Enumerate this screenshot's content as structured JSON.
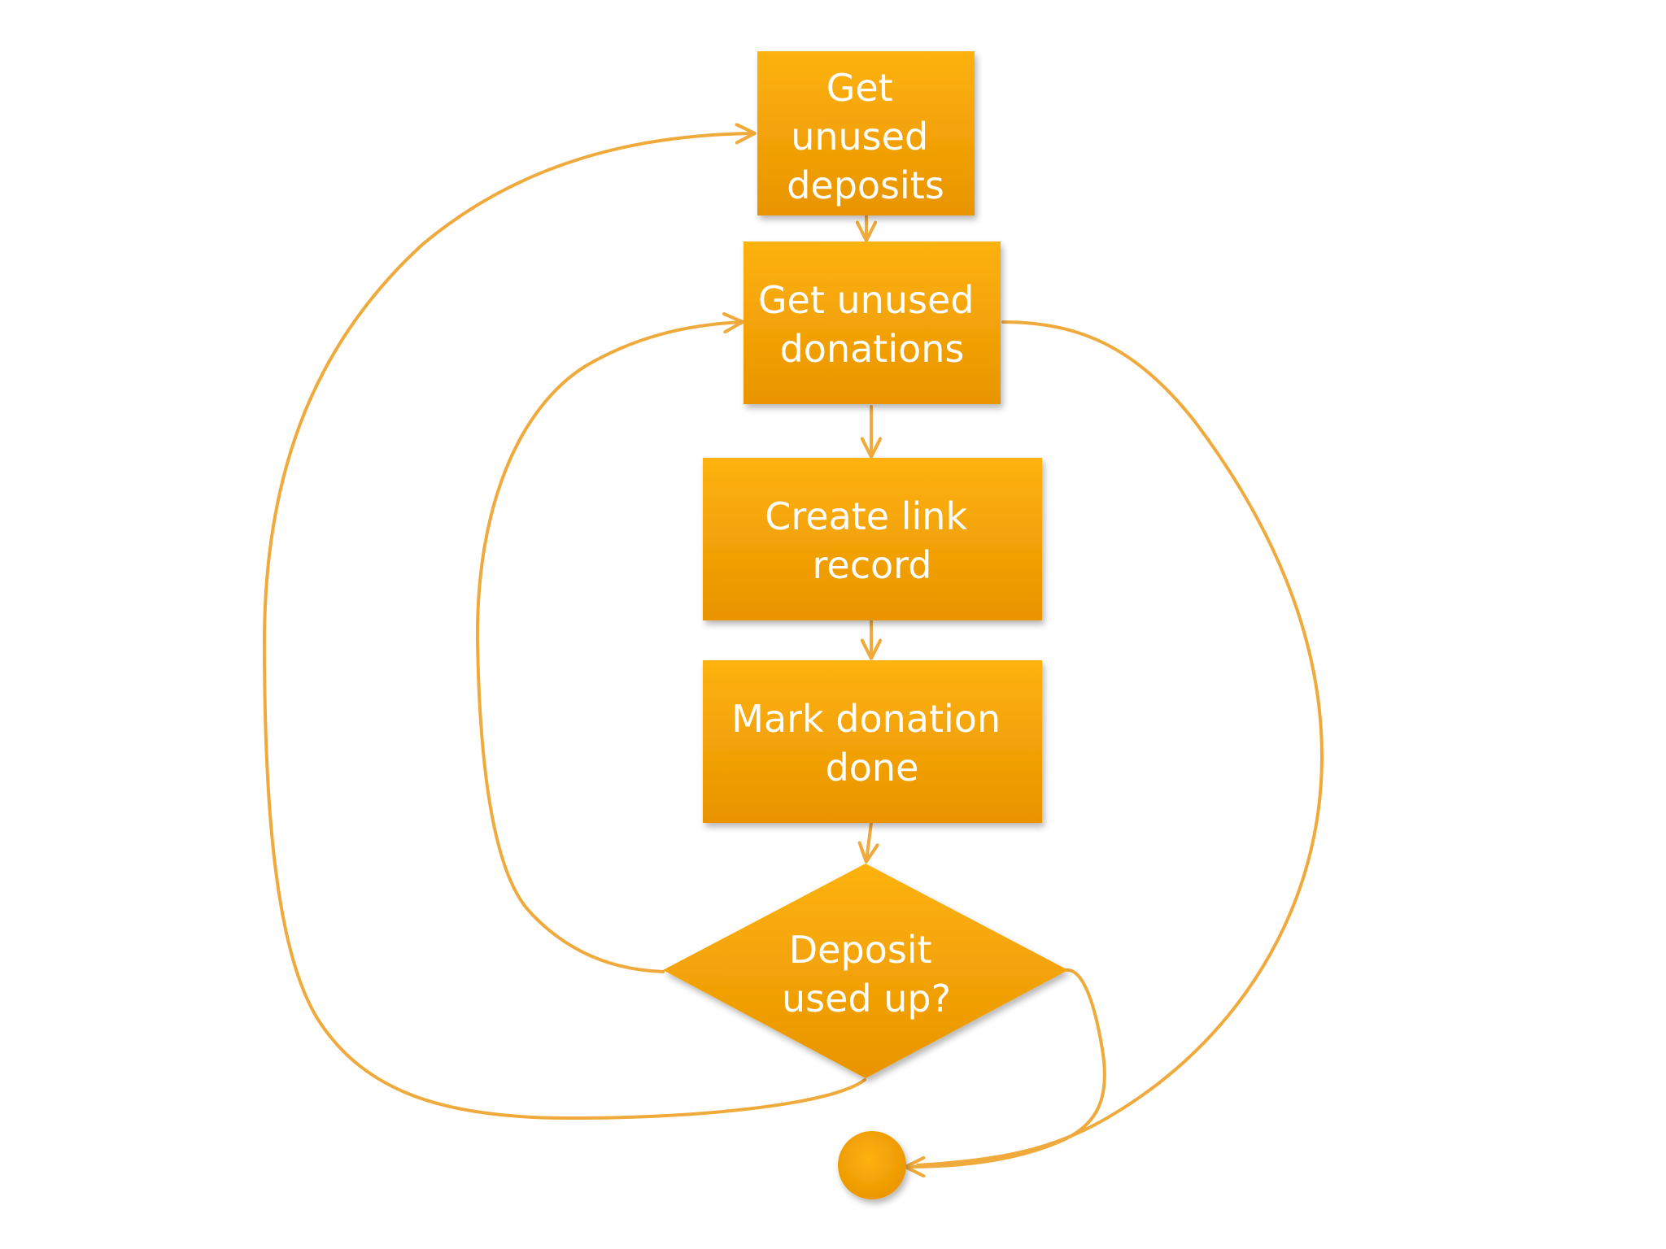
{
  "colors": {
    "node_fill_top": "#fdb20c",
    "node_fill_bottom": "#e99402",
    "connector": "#f0aa3c",
    "label_text": "#ffffff",
    "background": "#ffffff"
  },
  "nodes": [
    {
      "id": "get-unused-deposits",
      "shape": "rectangle",
      "lines": [
        "Get",
        "unused",
        "deposits"
      ]
    },
    {
      "id": "get-unused-donations",
      "shape": "rectangle",
      "lines": [
        "Get unused",
        "donations"
      ]
    },
    {
      "id": "create-link-record",
      "shape": "rectangle",
      "lines": [
        "Create link",
        "record"
      ]
    },
    {
      "id": "mark-donation-done",
      "shape": "rectangle",
      "lines": [
        "Mark donation",
        "done"
      ]
    },
    {
      "id": "deposit-used-up",
      "shape": "diamond",
      "lines": [
        "Deposit",
        "used up?"
      ]
    },
    {
      "id": "end",
      "shape": "circle",
      "lines": []
    }
  ],
  "edges": [
    {
      "from": "get-unused-deposits",
      "to": "get-unused-donations"
    },
    {
      "from": "get-unused-donations",
      "to": "create-link-record"
    },
    {
      "from": "create-link-record",
      "to": "mark-donation-done"
    },
    {
      "from": "mark-donation-done",
      "to": "deposit-used-up"
    },
    {
      "from": "deposit-used-up",
      "to": "get-unused-donations"
    },
    {
      "from": "deposit-used-up",
      "to": "get-unused-deposits"
    },
    {
      "from": "deposit-used-up",
      "to": "end"
    },
    {
      "from": "get-unused-donations",
      "to": "end"
    }
  ]
}
